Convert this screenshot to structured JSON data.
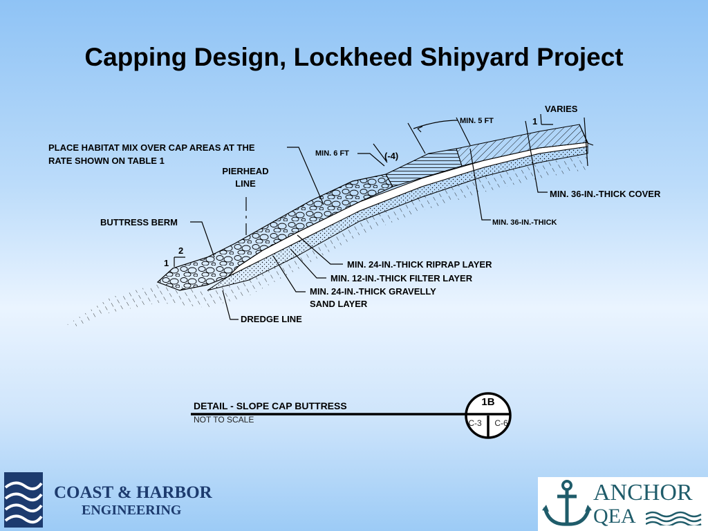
{
  "title": "Capping Design, Lockheed Shipyard Project",
  "labels": {
    "varies": "VARIES",
    "min_5ft": "MIN. 5 FT",
    "slope_one_top": "1",
    "min_6ft": "MIN. 6 FT",
    "minus4": "(-4)",
    "habitat_line1": "PLACE HABITAT MIX OVER CAP AREAS AT THE",
    "habitat_line2": "RATE SHOWN ON TABLE 1",
    "pierhead_line1": "PIERHEAD",
    "pierhead_line2": "LINE",
    "min36_cover": "MIN. 36-IN.-THICK COVER",
    "min36_thick": "MIN. 36-IN.-THICK",
    "buttress_berm": "BUTTRESS BERM",
    "slope_two": "2",
    "slope_one": "1",
    "riprap": "MIN. 24-IN.-THICK RIPRAP LAYER",
    "filter": "MIN. 12-IN.-THICK FILTER LAYER",
    "gravelly_line1": "MIN. 24-IN.-THICK GRAVELLY",
    "gravelly_line2": "SAND LAYER",
    "dredge_line": "DREDGE LINE"
  },
  "detail": {
    "title": "DETAIL - SLOPE CAP BUTTRESS",
    "subtitle": "NOT TO SCALE",
    "id": "1B",
    "ref_left": "C-3",
    "ref_right": "C-6"
  },
  "logos": {
    "left_line1": "COAST & HARBOR",
    "left_line2": "ENGINEERING",
    "right_line1": "ANCHOR",
    "right_line2": "QEA"
  },
  "colors": {
    "left_logo_text": "#1d3b6e",
    "right_logo_text": "#1f5c6a"
  }
}
